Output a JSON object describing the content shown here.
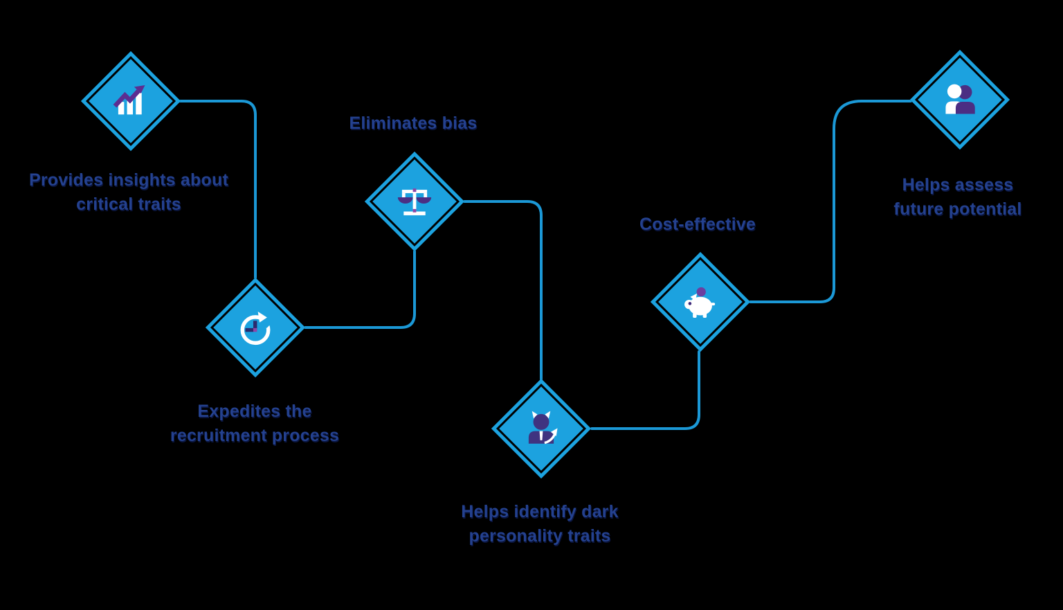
{
  "diagram": {
    "type": "flow-diagram",
    "background_color": "#000000",
    "diamond_fill_color": "#1CA2DF",
    "connector_color": "#1B98D6",
    "label_text_color": "#24418F",
    "icon_colors": {
      "white": "#FFFFFF",
      "purple": "#5C2D91",
      "indigo": "#3F3380",
      "violet": "#8C46A6",
      "navy": "#2B2B6E"
    },
    "nodes": [
      {
        "icon": "bar-chart-growth-icon",
        "label_position": "below",
        "lines": [
          "Provides insights about",
          "critical traits"
        ]
      },
      {
        "icon": "clock-refresh-icon",
        "label_position": "below",
        "lines": [
          "Expedites the",
          "recruitment process"
        ]
      },
      {
        "icon": "balance-scales-icon",
        "label_position": "above",
        "lines": [
          "Eliminates bias"
        ]
      },
      {
        "icon": "devil-person-icon",
        "label_position": "below",
        "lines": [
          "Helps identify dark",
          "personality traits"
        ]
      },
      {
        "icon": "piggy-bank-icon",
        "label_position": "above",
        "lines": [
          "Cost-effective"
        ]
      },
      {
        "icon": "people-pair-icon",
        "label_position": "below",
        "lines": [
          "Helps assess",
          "future potential"
        ]
      }
    ]
  }
}
